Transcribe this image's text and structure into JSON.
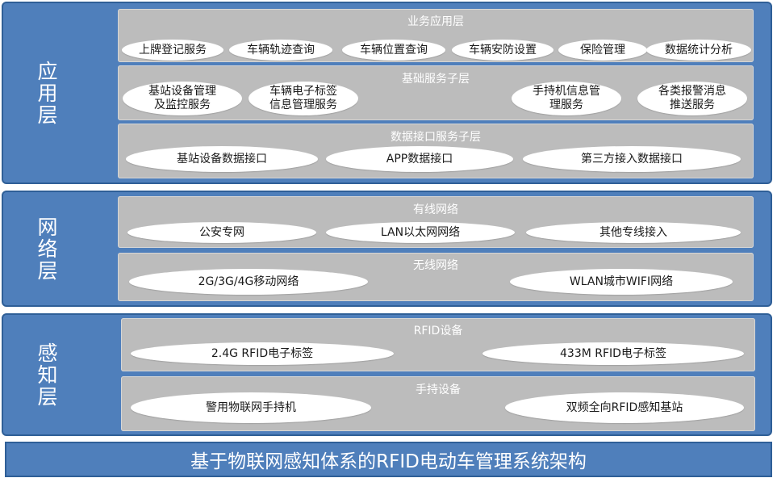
{
  "layers": {
    "application": {
      "label": "应用层",
      "business": {
        "title": "业务应用层",
        "items": [
          "上牌登记服务",
          "车辆轨迹查询",
          "车辆位置查询",
          "车辆安防设置",
          "保险管理",
          "数据统计分析"
        ]
      },
      "basic_services": {
        "title": "基础服务子层",
        "items": [
          {
            "line1": "基站设备管理",
            "line2": "及监控服务"
          },
          {
            "line1": "车辆电子标签",
            "line2": "信息管理服务"
          },
          {
            "line1": "手持机信息管",
            "line2": "理服务"
          },
          {
            "line1": "各类报警消息",
            "line2": "推送服务"
          }
        ]
      },
      "data_interface": {
        "title": "数据接口服务子层",
        "items": [
          "基站设备数据接口",
          "APP数据接口",
          "第三方接入数据接口"
        ]
      }
    },
    "network": {
      "label": "网络层",
      "wired": {
        "title": "有线网络",
        "items": [
          "公安专网",
          "LAN以太网网络",
          "其他专线接入"
        ]
      },
      "wireless": {
        "title": "无线网络",
        "items": [
          "2G/3G/4G移动网络",
          "WLAN城市WIFI网络"
        ]
      }
    },
    "perception": {
      "label": "感知层",
      "rfid": {
        "title": "RFID设备",
        "items": [
          "2.4G RFID电子标签",
          "433M RFID电子标签"
        ]
      },
      "handheld": {
        "title": "手持设备",
        "items": [
          "警用物联网手持机",
          "双频全向RFID感知基站"
        ]
      }
    }
  },
  "footer": {
    "title": "基于物联网感知体系的RFID电动车管理系统架构"
  },
  "colors": {
    "layer_fill": "#4f7fbb",
    "panel_fill": "#bcbcbc",
    "pill_fill": "#ffffff"
  }
}
